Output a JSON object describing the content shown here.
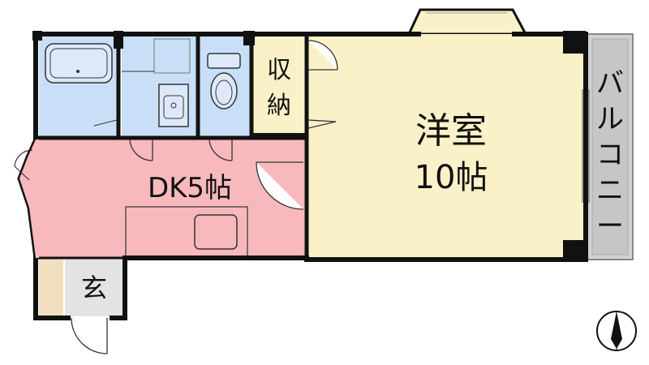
{
  "rooms": {
    "western": {
      "name": "洋室",
      "size": "10帖"
    },
    "dk": {
      "label": "DK5帖"
    },
    "storage": {
      "line1": "収",
      "line2": "納"
    },
    "entrance": {
      "label": "玄"
    },
    "balcony": {
      "chars": [
        "バ",
        "ル",
        "コ",
        "ニ",
        "ー"
      ]
    }
  },
  "colors": {
    "western_floor": "#fbf1c8",
    "dk_floor": "#f8b9bd",
    "wet_area": "#c9dff7",
    "storage": "#fbf1c8",
    "entrance_floor": "#e3e3e3",
    "entrance_tile": "#f2dfc0",
    "balcony": "#d2d2d2",
    "wall": "#111111"
  },
  "icons": {
    "bathtub": "bathtub-icon",
    "sink": "washbasin-icon",
    "toilet": "toilet-icon",
    "kitchen_sink": "kitchen-sink-icon",
    "compass": "north-compass-icon"
  }
}
